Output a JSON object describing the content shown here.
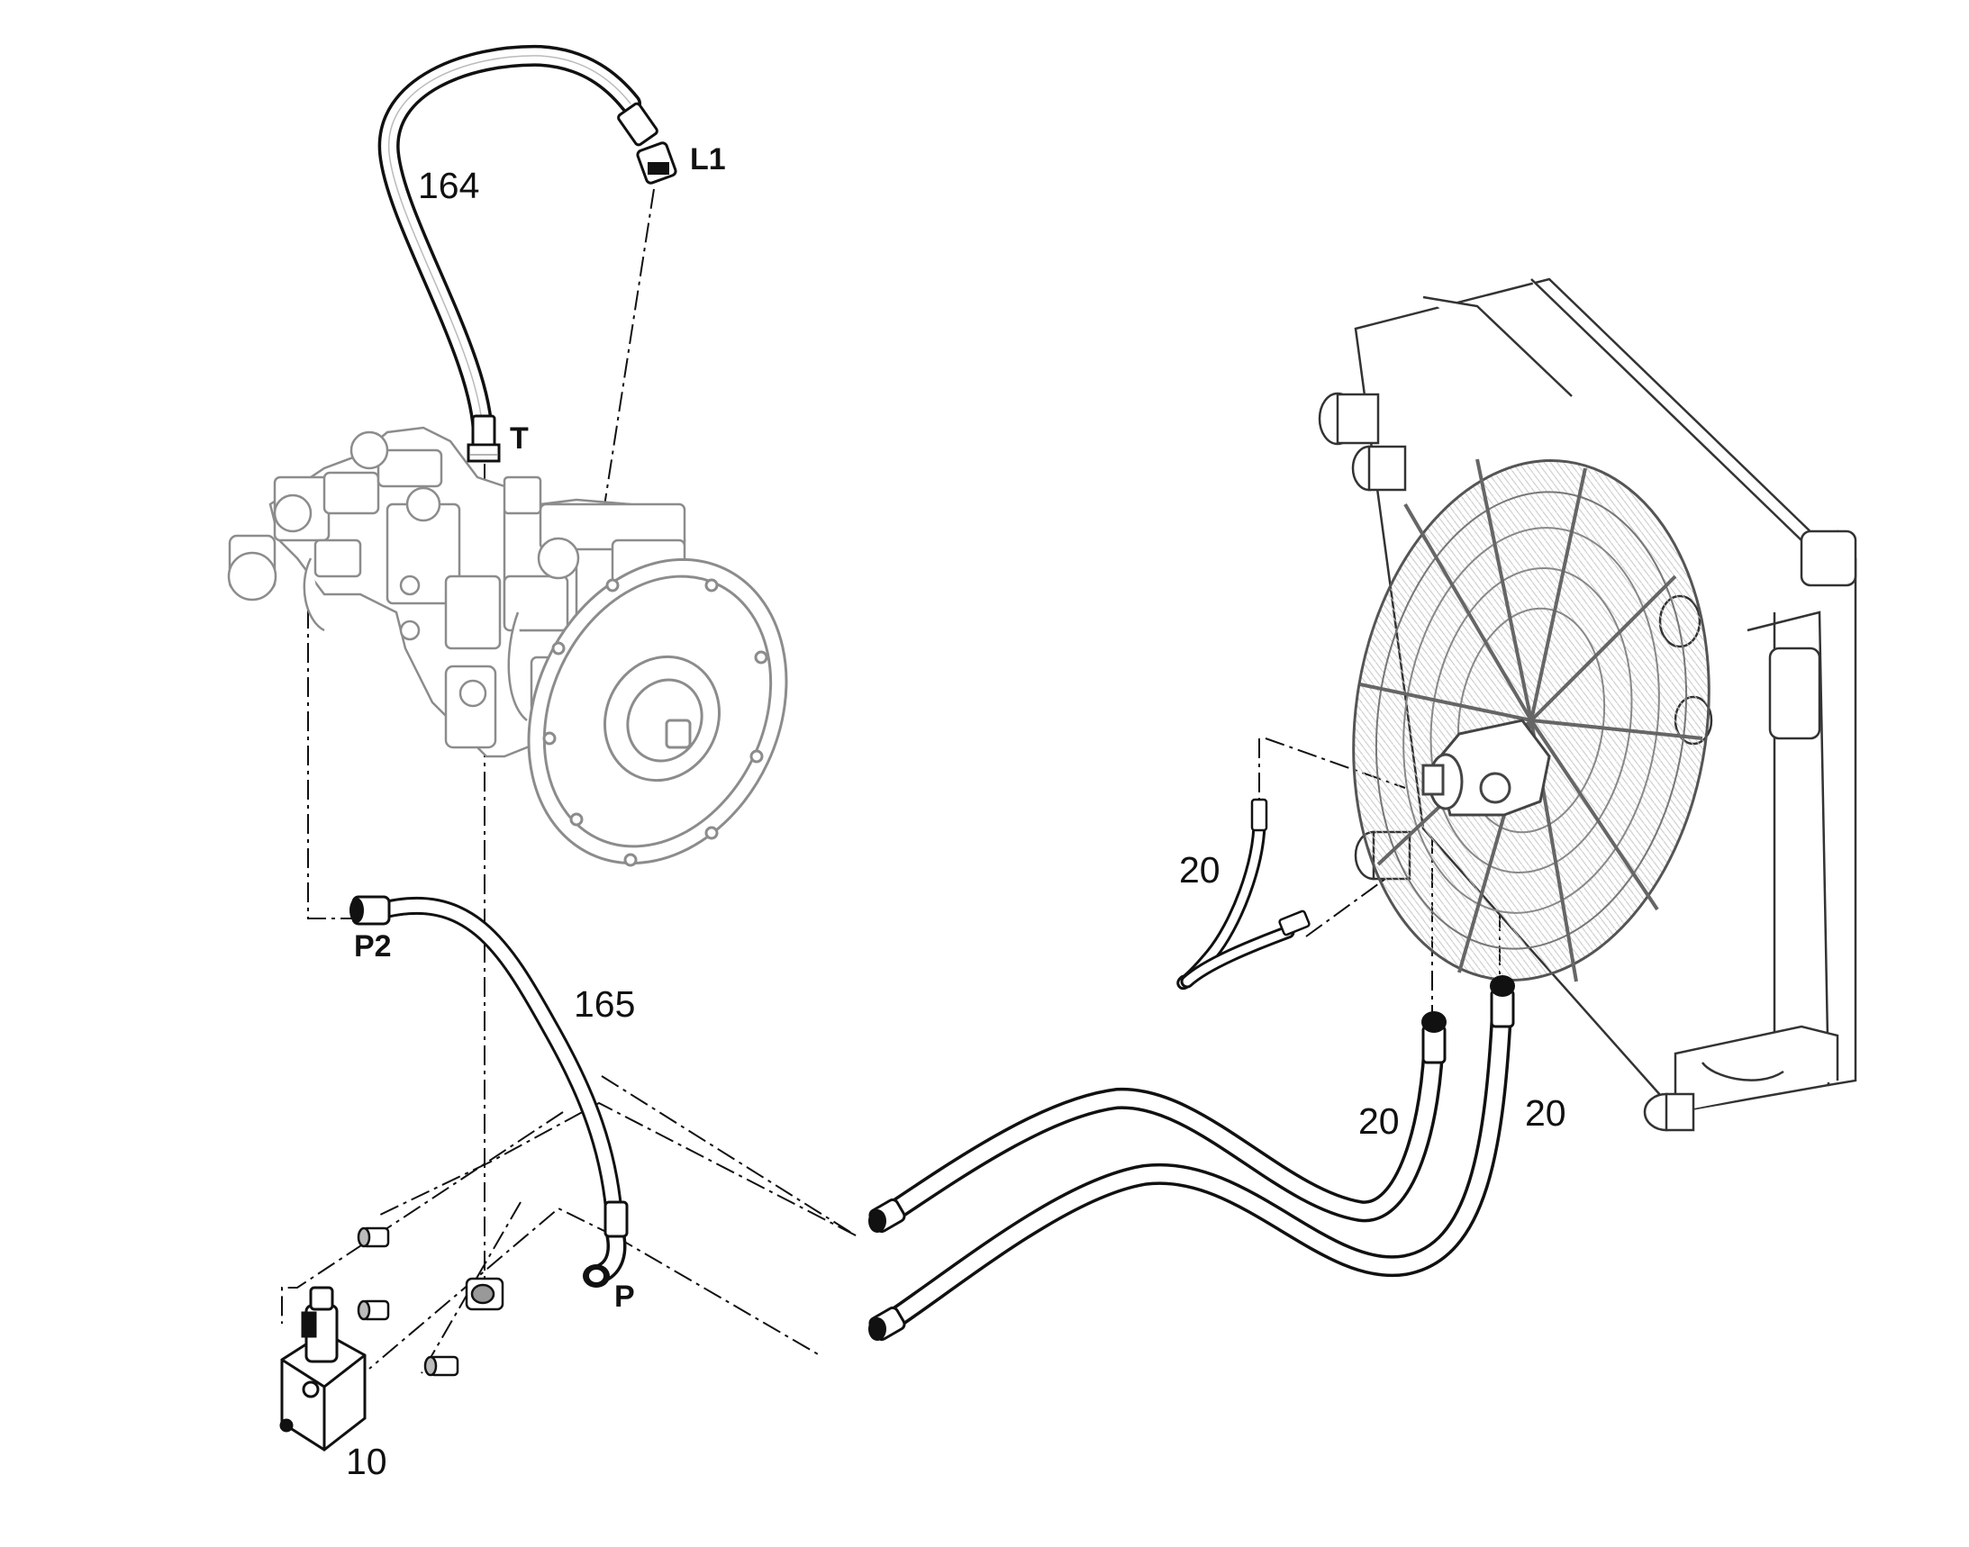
{
  "labels": {
    "hose_164": "164",
    "port_l1": "L1",
    "port_t": "T",
    "port_p2": "P2",
    "hose_165": "165",
    "port_p": "P",
    "valve_10": "10",
    "hose_20_fan_supply": "20",
    "hose_20_lower_left": "20",
    "hose_20_lower_right": "20"
  },
  "colors": {
    "line": "#111111",
    "component_gray": "#8c8c8c",
    "hose_fill": "#ffffff",
    "background": "#ffffff"
  }
}
